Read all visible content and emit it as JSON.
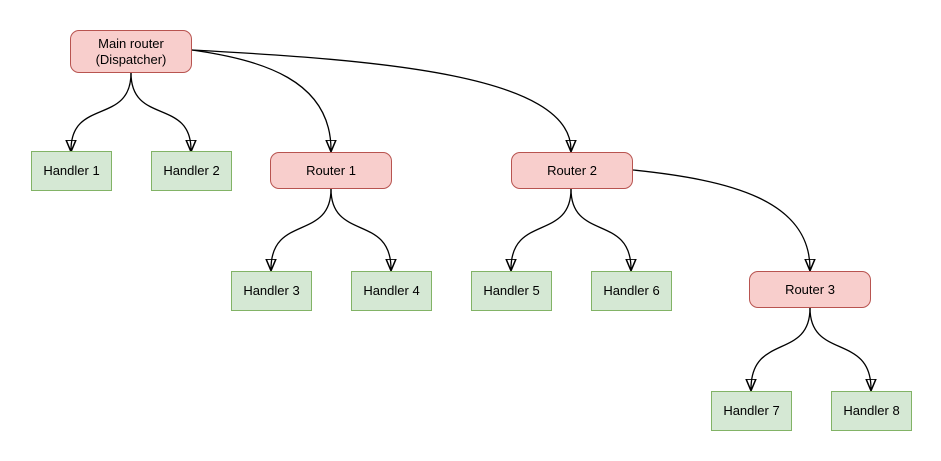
{
  "diagram": {
    "type": "flowchart-tree",
    "background": "#ffffff",
    "colors": {
      "router_fill": "#f8cecc",
      "router_border": "#b85450",
      "handler_fill": "#d5e8d4",
      "handler_border": "#82b366",
      "edge": "#000000",
      "text": "#000000"
    },
    "nodes": {
      "main": {
        "label": "Main router\n(Dispatcher)",
        "type": "router"
      },
      "router1": {
        "label": "Router 1",
        "type": "router"
      },
      "router2": {
        "label": "Router 2",
        "type": "router"
      },
      "router3": {
        "label": "Router 3",
        "type": "router"
      },
      "handler1": {
        "label": "Handler 1",
        "type": "handler"
      },
      "handler2": {
        "label": "Handler 2",
        "type": "handler"
      },
      "handler3": {
        "label": "Handler 3",
        "type": "handler"
      },
      "handler4": {
        "label": "Handler 4",
        "type": "handler"
      },
      "handler5": {
        "label": "Handler 5",
        "type": "handler"
      },
      "handler6": {
        "label": "Handler 6",
        "type": "handler"
      },
      "handler7": {
        "label": "Handler 7",
        "type": "handler"
      },
      "handler8": {
        "label": "Handler 8",
        "type": "handler"
      }
    },
    "edges": [
      {
        "from": "Main router (Dispatcher)",
        "to": "Handler 1"
      },
      {
        "from": "Main router (Dispatcher)",
        "to": "Handler 2"
      },
      {
        "from": "Main router (Dispatcher)",
        "to": "Router 1"
      },
      {
        "from": "Main router (Dispatcher)",
        "to": "Router 2"
      },
      {
        "from": "Router 1",
        "to": "Handler 3"
      },
      {
        "from": "Router 1",
        "to": "Handler 4"
      },
      {
        "from": "Router 2",
        "to": "Handler 5"
      },
      {
        "from": "Router 2",
        "to": "Handler 6"
      },
      {
        "from": "Router 2",
        "to": "Router 3"
      },
      {
        "from": "Router 3",
        "to": "Handler 7"
      },
      {
        "from": "Router 3",
        "to": "Handler 8"
      }
    ]
  }
}
